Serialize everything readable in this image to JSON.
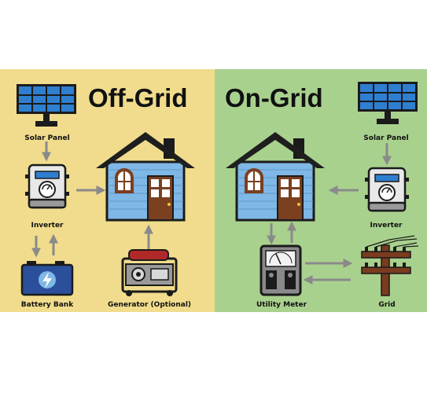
{
  "colors": {
    "off_grid_bg": "#f0dc8c",
    "on_grid_bg": "#a9d18e",
    "house_wall": "#7fb7e6",
    "house_roof": "#1e1e1e",
    "door": "#7a4020",
    "arrow": "#8a8a8a",
    "solar_cell": "#2f7fd1"
  },
  "off_grid": {
    "title": "Off-Grid",
    "labels": {
      "solar_panel": "Solar Panel",
      "inverter": "Inverter",
      "battery_bank": "Battery Bank",
      "generator": "Generator (Optional)"
    }
  },
  "on_grid": {
    "title": "On-Grid",
    "labels": {
      "solar_panel": "Solar Panel",
      "inverter": "Inverter",
      "utility_meter": "Utility Meter",
      "grid": "Grid"
    }
  }
}
